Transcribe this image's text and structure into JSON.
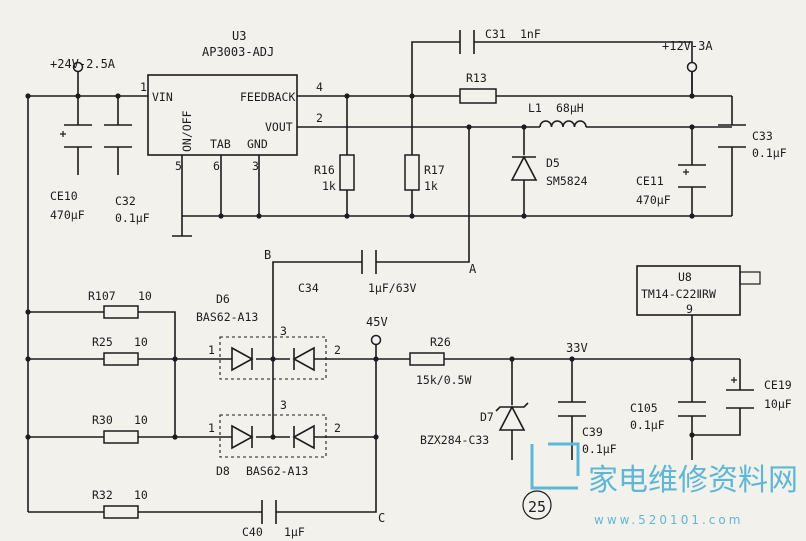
{
  "colors": {
    "ink": "#1c1c1c",
    "paper": "#f3f1ec",
    "watermark": "#5fb7d6"
  },
  "ic_u3": {
    "ref": "U3",
    "part": "AP3003-ADJ",
    "pins": {
      "vin": "VIN",
      "onoff": "ON/OFF",
      "tab": "TAB",
      "gnd": "GND",
      "feedback": "FEEDBACK",
      "vout": "VOUT"
    },
    "pin_numbers": [
      "1",
      "5",
      "6",
      "3",
      "4",
      "2"
    ]
  },
  "ic_u8": {
    "ref": "U8",
    "part": "TM14-C22ⅡRW",
    "pin": "9"
  },
  "rails": {
    "in": "+24V-2.5A",
    "out": "+12V-3A",
    "v45": "45V",
    "v33": "33V"
  },
  "caps": {
    "c31": {
      "ref": "C31",
      "value": "1nF"
    },
    "c32": {
      "ref": "C32",
      "value": "0.1μF"
    },
    "c33": {
      "ref": "C33",
      "value": "0.1μF"
    },
    "ce10": {
      "ref": "CE10",
      "value": "470μF"
    },
    "ce11": {
      "ref": "CE11",
      "value": "470μF"
    },
    "c34": {
      "ref": "C34",
      "value": "1μF/63V"
    },
    "c39": {
      "ref": "C39",
      "value": "0.1μF"
    },
    "c105": {
      "ref": "C105",
      "value": "0.1μF"
    },
    "ce19": {
      "ref": "CE19",
      "value": "10μF"
    },
    "c40": {
      "ref": "C40",
      "value": "1μF"
    }
  },
  "resistors": {
    "r13": {
      "ref": "R13"
    },
    "r16": {
      "ref": "R16",
      "value": "1k"
    },
    "r17": {
      "ref": "R17",
      "value": "1k"
    },
    "r107": {
      "ref": "R107",
      "value": "10"
    },
    "r25": {
      "ref": "R25",
      "value": "10"
    },
    "r30": {
      "ref": "R30",
      "value": "10"
    },
    "r32": {
      "ref": "R32",
      "value": "10"
    },
    "r26": {
      "ref": "R26",
      "value": "15k/0.5W"
    }
  },
  "inductor": {
    "ref": "L1",
    "value": "68μH"
  },
  "diodes": {
    "d5": {
      "ref": "D5",
      "part": "SM5824"
    },
    "d6": {
      "ref": "D6",
      "part": "BAS62-A13",
      "pins": [
        "1",
        "3",
        "2"
      ]
    },
    "d8": {
      "ref": "D8",
      "part": "BAS62-A13",
      "pins": [
        "1",
        "3",
        "2"
      ]
    },
    "d7": {
      "ref": "D7",
      "part": "BZX284-C33"
    }
  },
  "nodes": {
    "a": "A",
    "b": "B",
    "c": "C"
  },
  "page_number": "25",
  "watermark": {
    "cn": "家电维修资料网",
    "url": "www.520101.com"
  }
}
